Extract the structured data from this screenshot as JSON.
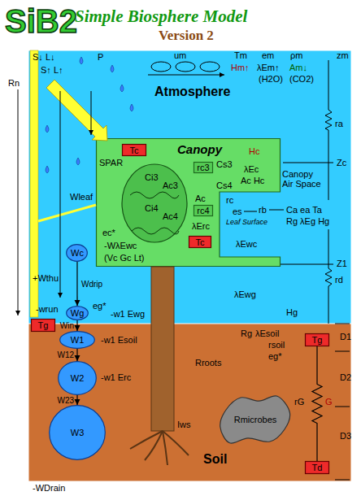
{
  "diagram": {
    "title": "Simple Biosphere Model",
    "nodes": [
      {
        "text": [
          "Atmosphere"
        ]
      },
      {
        "text": [
          "Canopy"
        ],
        "in": 0
      },
      {
        "text": [
          "Tc"
        ],
        "in": 1
      },
      {
        "text": [
          "rc3"
        ],
        "in": 1
      },
      {
        "text": [
          "rc4"
        ],
        "in": 1
      },
      {
        "text": [
          "Tc"
        ],
        "in": 1
      },
      {
        "text": [
          "Wc"
        ],
        "in": 0
      },
      {
        "text": [
          "Wg"
        ]
      },
      {
        "text": [
          "Soil"
        ]
      },
      {
        "text": [
          "Tg"
        ]
      },
      {
        "text": [
          "W1"
        ],
        "in": 8
      },
      {
        "text": [
          "Tg"
        ],
        "in": 8
      },
      {
        "text": [
          "W2"
        ],
        "in": 8
      },
      {
        "text": [
          "Rmicrobes"
        ],
        "in": 8
      },
      {
        "text": [
          "W3"
        ],
        "in": 8
      },
      {
        "text": [
          "Td"
        ],
        "in": 8
      }
    ],
    "edges": [
      {
        "from": 6,
        "to": 7,
        "arrow": "to",
        "label": "Wdrip"
      },
      {
        "from": 7,
        "to": 10,
        "arrow": "to",
        "label": "Win"
      },
      {
        "from": 10,
        "to": 12,
        "arrow": "to",
        "label": "W12"
      },
      {
        "from": 12,
        "to": 14,
        "arrow": "to",
        "label": "W23"
      },
      {
        "from": 11,
        "to": 15,
        "arrow": "none"
      }
    ],
    "labels": [
      "SiB2",
      "Version 2",
      "S↓ L↓",
      "Rn",
      "S↑ L↑",
      "P",
      "um",
      "Tm",
      "em",
      "ρm",
      "zm",
      "Hm↑",
      "λEm↑",
      "Am↓",
      "(H2O)",
      "(CO2)",
      "ra",
      "Canopy Air Space",
      "Zc",
      "SPAR",
      "Ci3",
      "Ac3",
      "Ci4",
      "Ac4",
      "Cs3",
      "Cs4",
      "Ac",
      "Hc",
      "λEc",
      "Ac Hc",
      "rc",
      "es",
      "rb",
      "Leaf Surface",
      "Ca ea Ta",
      "Rg λEg Hg",
      "λErc",
      "λEwc",
      "ec*",
      "-WλEwc",
      "(Vc Gc Lt)",
      "Wleaf",
      "Z1",
      "rd",
      "+Wthu",
      "-wrun",
      "eg*",
      "-w1 Ewg",
      "λEwg",
      "Hg",
      "Rg",
      "λEsoil",
      "rsoil",
      "eg*",
      "-w1 Esoil",
      "-w1 Erc",
      "Rroots",
      "Iws",
      "rG",
      "G",
      "D1",
      "D2",
      "D3",
      "-WDrain"
    ]
  }
}
